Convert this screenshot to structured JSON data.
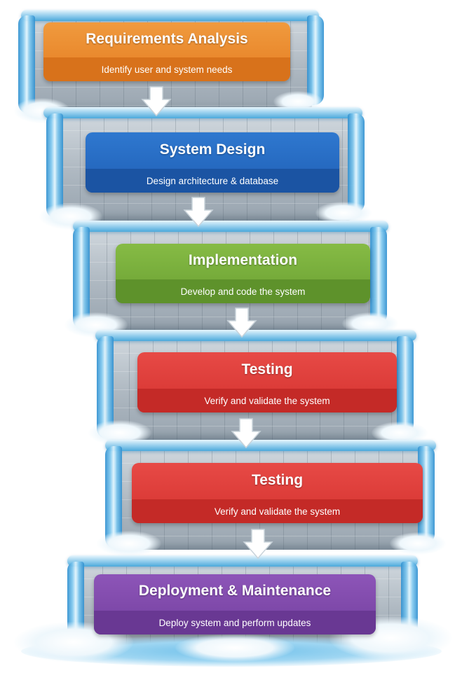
{
  "stages": [
    {
      "title": "Requirements Analysis",
      "description": "Identify user and system needs",
      "color": "#e57e22"
    },
    {
      "title": "System Design",
      "description": "Design architecture & database",
      "color": "#1f5fb6"
    },
    {
      "title": "Implementation",
      "description": "Develop and code the system",
      "color": "#6aa032"
    },
    {
      "title": "Testing",
      "description": "Verify and validate the system",
      "color": "#d5322f"
    },
    {
      "title": "Testing",
      "description": "Verify and validate the system",
      "color": "#d5322f"
    },
    {
      "title": "Deployment & Maintenance",
      "description": "Deploy system and perform updates",
      "color": "#74409f"
    }
  ],
  "connector_icon": "down-arrow-icon",
  "decoration": "waterfall"
}
